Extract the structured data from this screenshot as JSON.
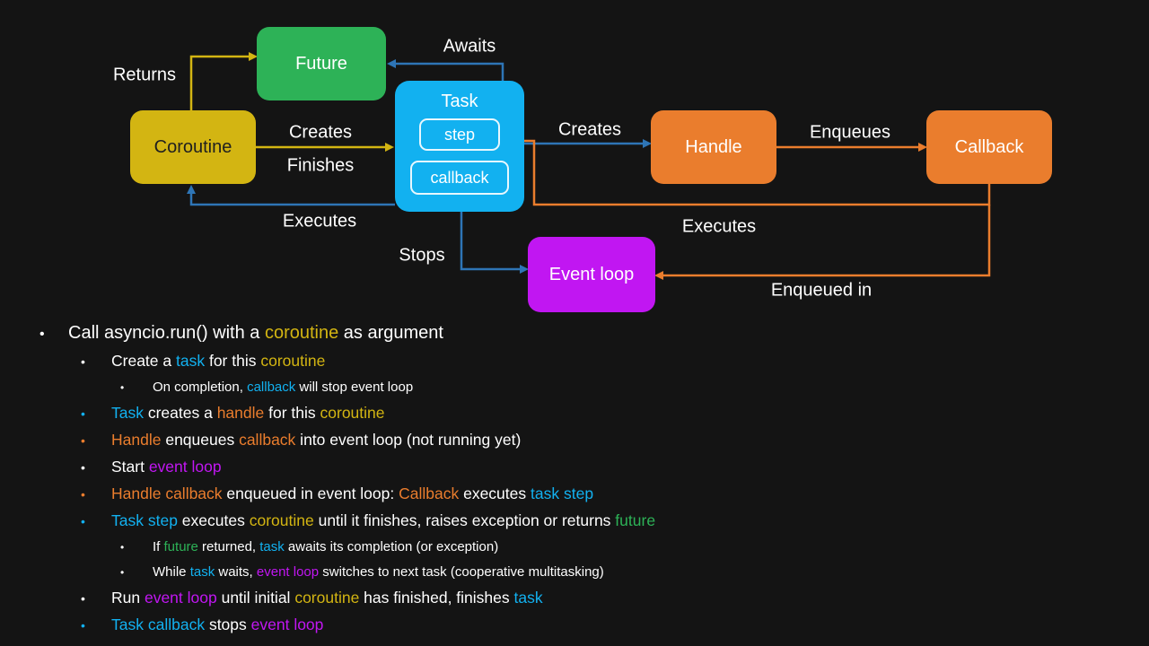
{
  "colors": {
    "background": "#141414",
    "white": "#ffffff",
    "yellow": "#d3b512",
    "green": "#2db257",
    "cyan": "#12b1f0",
    "blue": "#2e75b6",
    "orange": "#ea7d2d",
    "purple": "#c116f2",
    "dark_text": "#1f1f1f"
  },
  "diagram": {
    "boxes": {
      "future": {
        "label": "Future"
      },
      "coroutine": {
        "label": "Coroutine"
      },
      "task": {
        "label": "Task",
        "step": "step",
        "callback": "callback"
      },
      "handle": {
        "label": "Handle"
      },
      "callback": {
        "label": "Callback"
      },
      "event_loop": {
        "label": "Event loop"
      }
    },
    "labels": {
      "returns": "Returns",
      "awaits": "Awaits",
      "creates_coroutine_task": "Creates",
      "finishes": "Finishes",
      "creates_task_handle": "Creates",
      "enqueues": "Enqueues",
      "executes_task_coroutine": "Executes",
      "executes_callback_task": "Executes",
      "stops": "Stops",
      "enqueued_in": "Enqueued in"
    }
  },
  "bullets": [
    {
      "level": 1,
      "bullet": "white",
      "segments": [
        {
          "t": "Call asyncio.run() with a ",
          "c": "white"
        },
        {
          "t": "coroutine",
          "c": "yellow"
        },
        {
          "t": " as argument",
          "c": "white"
        }
      ]
    },
    {
      "level": 2,
      "bullet": "white",
      "segments": [
        {
          "t": "Create a ",
          "c": "white"
        },
        {
          "t": "task",
          "c": "cyan"
        },
        {
          "t": " for this ",
          "c": "white"
        },
        {
          "t": "coroutine",
          "c": "yellow"
        }
      ]
    },
    {
      "level": 3,
      "bullet": "white",
      "segments": [
        {
          "t": "On completion, ",
          "c": "white"
        },
        {
          "t": "callback",
          "c": "cyan"
        },
        {
          "t": " will stop event loop",
          "c": "white"
        }
      ]
    },
    {
      "level": 2,
      "bullet": "cyan",
      "segments": [
        {
          "t": "Task",
          "c": "cyan"
        },
        {
          "t": " creates a ",
          "c": "white"
        },
        {
          "t": "handle",
          "c": "orange"
        },
        {
          "t": " for this ",
          "c": "white"
        },
        {
          "t": "coroutine",
          "c": "yellow"
        }
      ]
    },
    {
      "level": 2,
      "bullet": "orange",
      "segments": [
        {
          "t": "Handle",
          "c": "orange"
        },
        {
          "t": " enqueues ",
          "c": "white"
        },
        {
          "t": "callback",
          "c": "orange"
        },
        {
          "t": " into event loop (not running yet)",
          "c": "white"
        }
      ]
    },
    {
      "level": 2,
      "bullet": "white",
      "segments": [
        {
          "t": "Start ",
          "c": "white"
        },
        {
          "t": "event loop",
          "c": "purple"
        }
      ]
    },
    {
      "level": 2,
      "bullet": "orange",
      "segments": [
        {
          "t": "Handle callback",
          "c": "orange"
        },
        {
          "t": " enqueued in event loop: ",
          "c": "white"
        },
        {
          "t": "Callback",
          "c": "orange"
        },
        {
          "t": " executes ",
          "c": "white"
        },
        {
          "t": "task step",
          "c": "cyan"
        }
      ]
    },
    {
      "level": 2,
      "bullet": "cyan",
      "segments": [
        {
          "t": "Task step",
          "c": "cyan"
        },
        {
          "t": " executes ",
          "c": "white"
        },
        {
          "t": "coroutine",
          "c": "yellow"
        },
        {
          "t": " until it finishes, raises exception or returns ",
          "c": "white"
        },
        {
          "t": "future",
          "c": "green"
        }
      ]
    },
    {
      "level": 3,
      "bullet": "white",
      "segments": [
        {
          "t": "If ",
          "c": "white"
        },
        {
          "t": "future",
          "c": "green"
        },
        {
          "t": " returned, ",
          "c": "white"
        },
        {
          "t": "task",
          "c": "cyan"
        },
        {
          "t": " awaits its completion (or exception)",
          "c": "white"
        }
      ]
    },
    {
      "level": 3,
      "bullet": "white",
      "segments": [
        {
          "t": "While ",
          "c": "white"
        },
        {
          "t": "task",
          "c": "cyan"
        },
        {
          "t": " waits, ",
          "c": "white"
        },
        {
          "t": "event loop",
          "c": "purple"
        },
        {
          "t": " switches to next task (cooperative multitasking)",
          "c": "white"
        }
      ]
    },
    {
      "level": 2,
      "bullet": "white",
      "segments": [
        {
          "t": "Run ",
          "c": "white"
        },
        {
          "t": "event loop",
          "c": "purple"
        },
        {
          "t": " until initial ",
          "c": "white"
        },
        {
          "t": "coroutine",
          "c": "yellow"
        },
        {
          "t": " has finished, finishes ",
          "c": "white"
        },
        {
          "t": "task",
          "c": "cyan"
        }
      ]
    },
    {
      "level": 2,
      "bullet": "cyan",
      "segments": [
        {
          "t": "Task callback",
          "c": "cyan"
        },
        {
          "t": " stops ",
          "c": "white"
        },
        {
          "t": "event loop",
          "c": "purple"
        }
      ]
    }
  ]
}
